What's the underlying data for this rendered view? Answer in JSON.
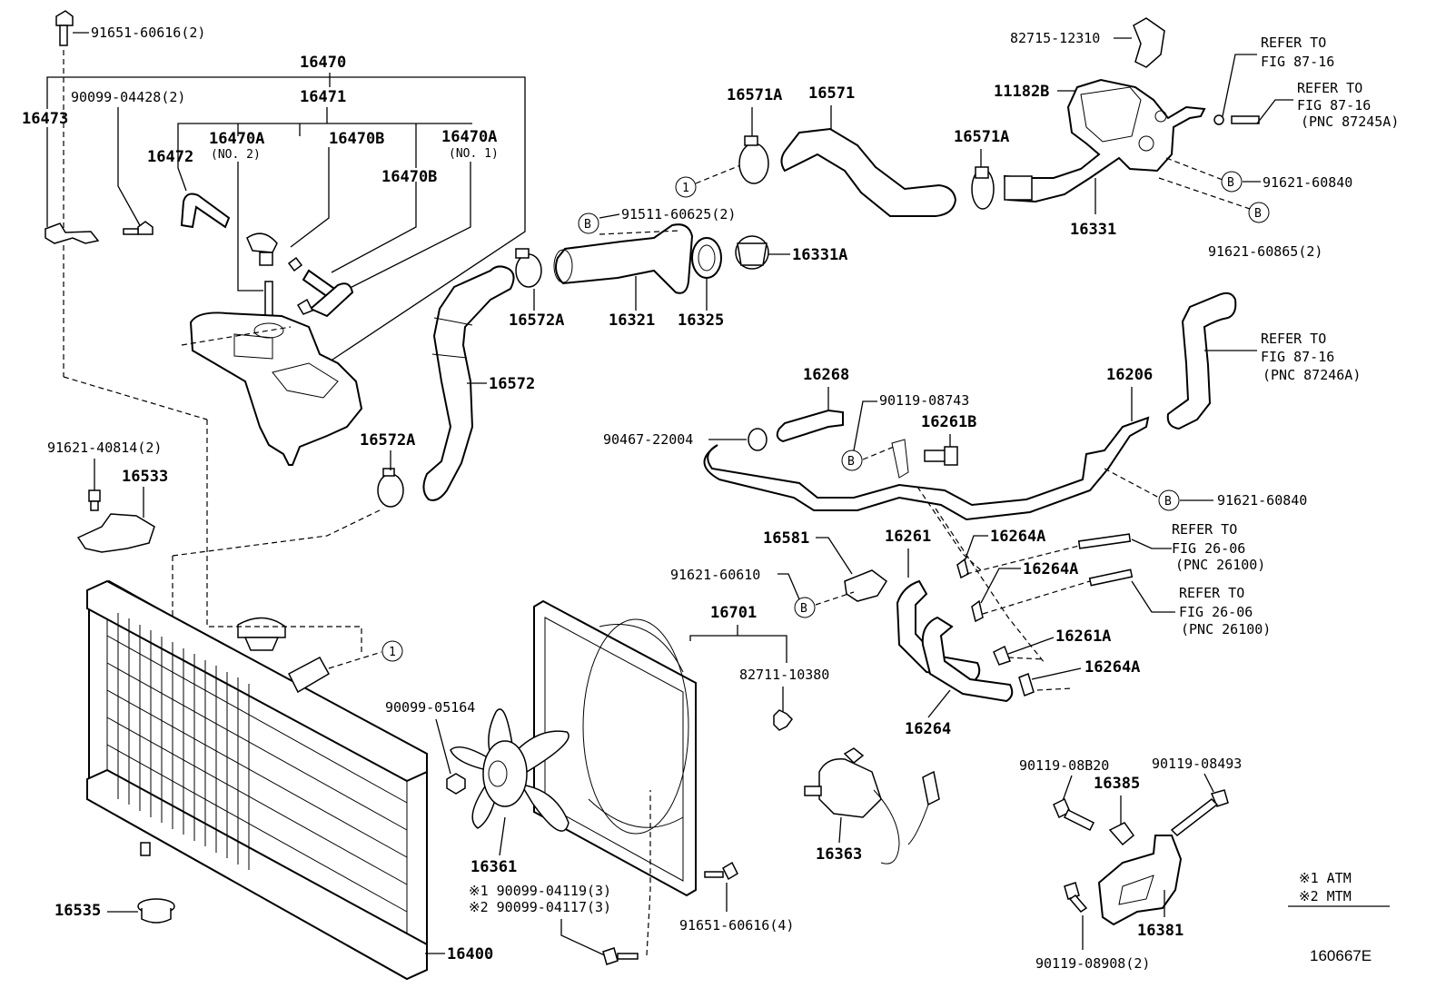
{
  "parts": {
    "p16470": "16470",
    "p16471": "16471",
    "p16473": "16473",
    "p16472": "16472",
    "p16470a_no2": "16470A",
    "p16470a_no2_note": "(NO. 2)",
    "p16470b_1": "16470B",
    "p16470b_2": "16470B",
    "p16470a_no1": "16470A",
    "p16470a_no1_note": "(NO. 1)",
    "p90099_04428": "90099-04428(2)",
    "p91651_60616_2": "91651-60616(2)",
    "p91621_40814": "91621-40814(2)",
    "p16533": "16533",
    "p16572a_1": "16572A",
    "p16572a_2": "16572A",
    "p16572": "16572",
    "p16321": "16321",
    "p16325": "16325",
    "p16331a": "16331A",
    "p91511_60625": "91511-60625(2)",
    "p16571a_1": "16571A",
    "p16571": "16571",
    "p16571a_2": "16571A",
    "p82715_12310": "82715-12310",
    "p11182b": "11182B",
    "p16331": "16331",
    "p91621_60840_1": "91621-60840",
    "p91621_60865": "91621-60865(2)",
    "p16268": "16268",
    "p90119_08743": "90119-08743",
    "p16261b": "16261B",
    "p90467_22004": "90467-22004",
    "p16206": "16206",
    "p91621_60840_2": "91621-60840",
    "p16581": "16581",
    "p91621_60610": "91621-60610",
    "p16261": "16261",
    "p16264a_1": "16264A",
    "p16264a_2": "16264A",
    "p16261a": "16261A",
    "p16264a_3": "16264A",
    "p16264": "16264",
    "p16701": "16701",
    "p82711_10380": "82711-10380",
    "p90099_05164": "90099-05164",
    "p16361": "16361",
    "p90099_04119": "※1 90099-04119(3)",
    "p90099_04117": "※2 90099-04117(3)",
    "p91651_60616_4": "91651-60616(4)",
    "p16363": "16363",
    "p90119_08b20": "90119-08B20",
    "p16385": "16385",
    "p90119_08493": "90119-08493",
    "p16381": "16381",
    "p90119_08908": "90119-08908(2)",
    "p16535": "16535",
    "p16400": "16400"
  },
  "refs": {
    "ref1_line1": "REFER TO",
    "ref1_line2": "FIG 87-16",
    "ref2_line1": "REFER TO",
    "ref2_line2": "FIG 87-16",
    "ref2_line3": "(PNC 87245A)",
    "ref3_line1": "REFER TO",
    "ref3_line2": "FIG 87-16",
    "ref3_line3": "(PNC 87246A)",
    "ref4_line1": "REFER TO",
    "ref4_line2": "FIG 26-06",
    "ref4_line3": "(PNC 26100)",
    "ref5_line1": "REFER TO",
    "ref5_line2": "FIG 26-06",
    "ref5_line3": "(PNC 26100)"
  },
  "markers": {
    "circle_one": "1",
    "circle_b": "B"
  },
  "legend": {
    "note1": "※1  ATM",
    "note2": "※2  MTM"
  },
  "figure_id": "160667E"
}
